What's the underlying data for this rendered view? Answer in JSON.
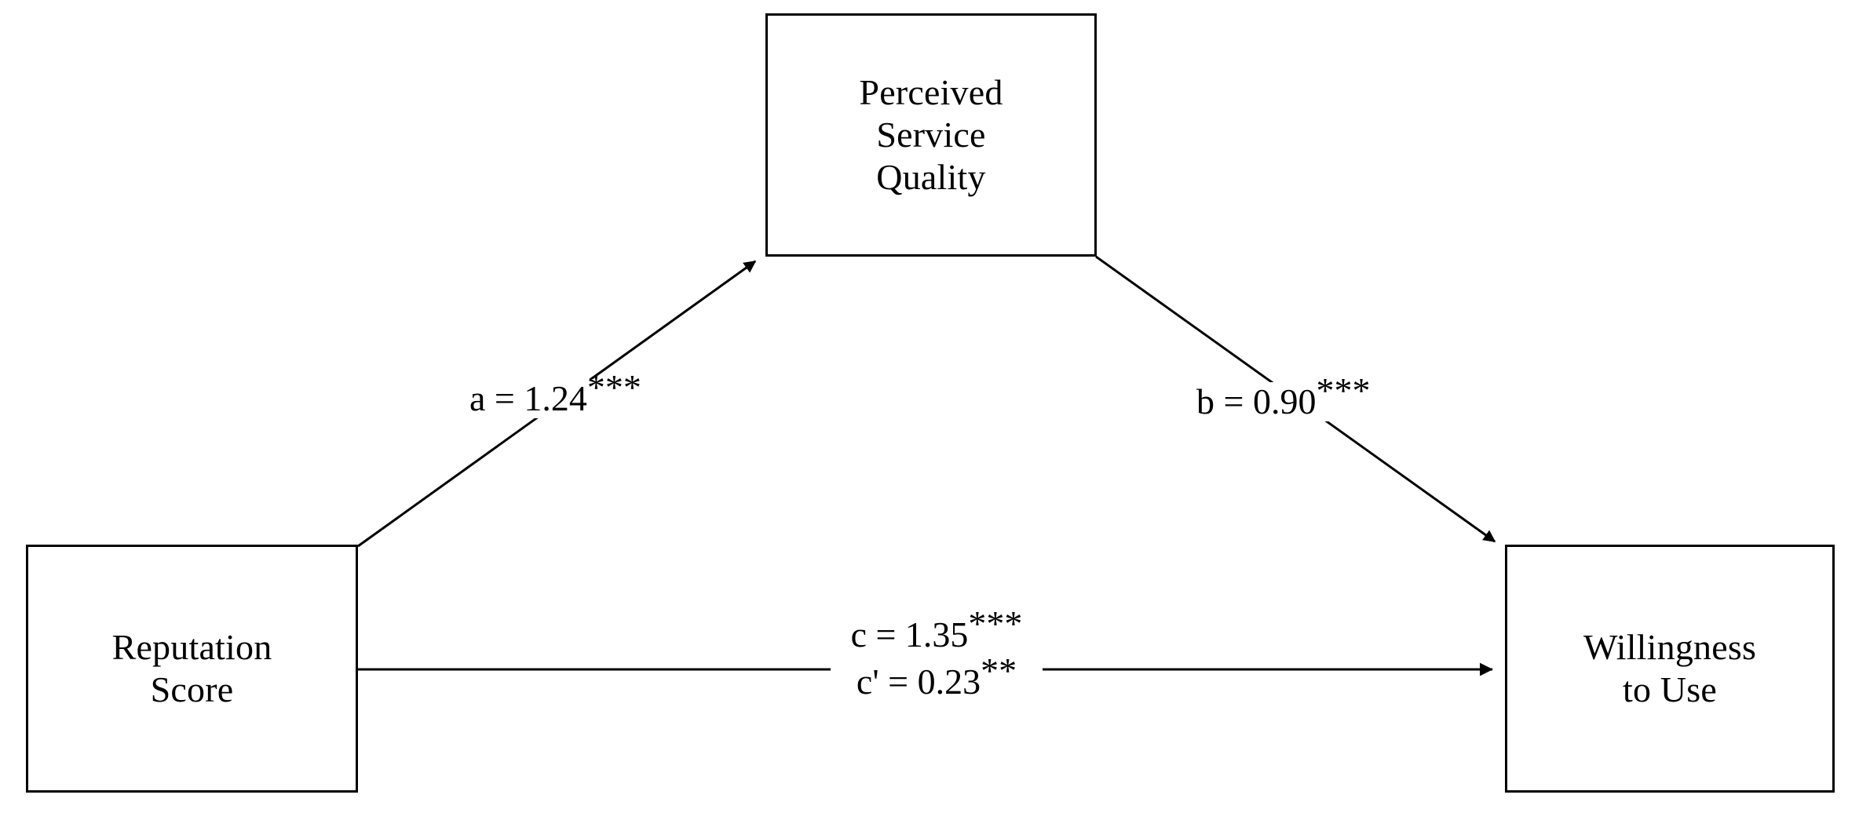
{
  "figure": {
    "type": "mediation-path-diagram",
    "background_color": "#ffffff",
    "stroke_color": "#000000"
  },
  "nodes": {
    "mediator": {
      "id": "perceived-service-quality",
      "label": "Perceived\nService\nQuality",
      "role": "mediator"
    },
    "predictor": {
      "id": "reputation-score",
      "label": "Reputation\nScore",
      "role": "independent-variable"
    },
    "outcome": {
      "id": "willingness-to-use",
      "label": "Willingness\nto Use",
      "role": "dependent-variable"
    }
  },
  "paths": {
    "a": {
      "name": "a",
      "coefficient": "1.24",
      "stars": "***",
      "label": "a = 1.24",
      "from": "reputation-score",
      "to": "perceived-service-quality"
    },
    "b": {
      "name": "b",
      "coefficient": "0.90",
      "stars": "***",
      "label": "b = 0.90",
      "from": "perceived-service-quality",
      "to": "willingness-to-use"
    },
    "c": {
      "name": "c",
      "coefficient": "1.35",
      "stars": "***",
      "label": "c = 1.35",
      "from": "reputation-score",
      "to": "willingness-to-use",
      "effect": "total"
    },
    "c_prime": {
      "name": "c'",
      "coefficient": "0.23",
      "stars": "**",
      "label": "c' = 0.23",
      "from": "reputation-score",
      "to": "willingness-to-use",
      "effect": "direct"
    }
  },
  "chart_data": {
    "type": "diagram",
    "title": "",
    "nodes": [
      "Reputation Score",
      "Perceived Service Quality",
      "Willingness to Use"
    ],
    "edges": [
      {
        "label": "a = 1.24***",
        "value": 1.24,
        "significance": "***",
        "source": "Reputation Score",
        "target": "Perceived Service Quality"
      },
      {
        "label": "b = 0.90***",
        "value": 0.9,
        "significance": "***",
        "source": "Perceived Service Quality",
        "target": "Willingness to Use"
      },
      {
        "label": "c = 1.35***",
        "value": 1.35,
        "significance": "***",
        "source": "Reputation Score",
        "target": "Willingness to Use"
      },
      {
        "label": "c' = 0.23**",
        "value": 0.23,
        "significance": "**",
        "source": "Reputation Score",
        "target": "Willingness to Use"
      }
    ]
  }
}
